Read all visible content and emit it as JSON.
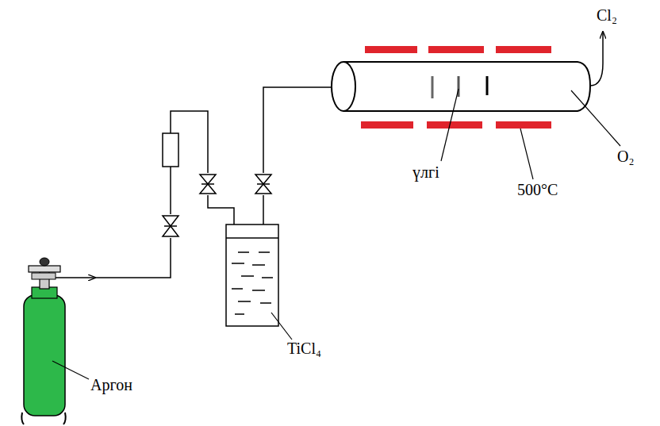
{
  "diagram": {
    "labels": [
      "Cl₂",
      "үлгі",
      "O₂",
      "500°C",
      "TiCl₄",
      "Аргон"
    ]
  }
}
